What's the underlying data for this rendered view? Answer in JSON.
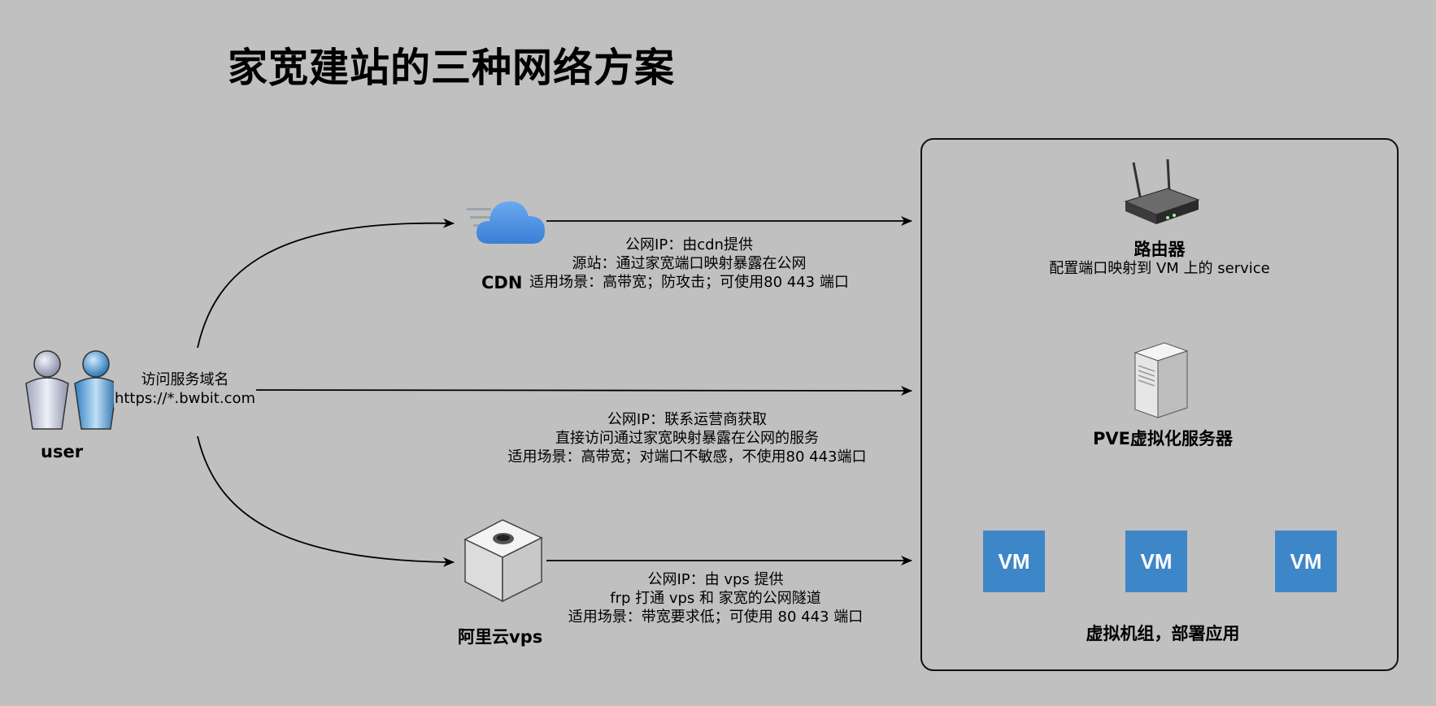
{
  "title": "家宽建站的三种网络方案",
  "user": {
    "label": "user",
    "access_line1": "访问服务域名",
    "access_line2": "https://*.bwbit.com"
  },
  "cdn": {
    "label": "CDN",
    "desc": [
      "公网IP：由cdn提供",
      "源站：通过家宽端口映射暴露在公网",
      "适用场景：高带宽；防攻击；可使用80 443 端口"
    ]
  },
  "direct": {
    "desc": [
      "公网IP：联系运营商获取",
      "直接访问通过家宽映射暴露在公网的服务",
      "适用场景：高带宽；对端口不敏感，不使用80 443端口"
    ]
  },
  "vps": {
    "label": "阿里云vps",
    "desc": [
      "公网IP：由 vps 提供",
      "frp 打通 vps 和 家宽的公网隧道",
      "适用场景：带宽要求低；可使用 80 443 端口"
    ]
  },
  "router": {
    "label": "路由器",
    "desc": "配置端口映射到 VM 上的 service"
  },
  "pve": {
    "label": "PVE虚拟化服务器"
  },
  "vms": {
    "items": [
      "VM",
      "VM",
      "VM"
    ],
    "label": "虚拟机组，部署应用"
  },
  "colors": {
    "background": "#c0c0c0",
    "vm": "#3d87c9",
    "cloud": "#4a90e2"
  }
}
